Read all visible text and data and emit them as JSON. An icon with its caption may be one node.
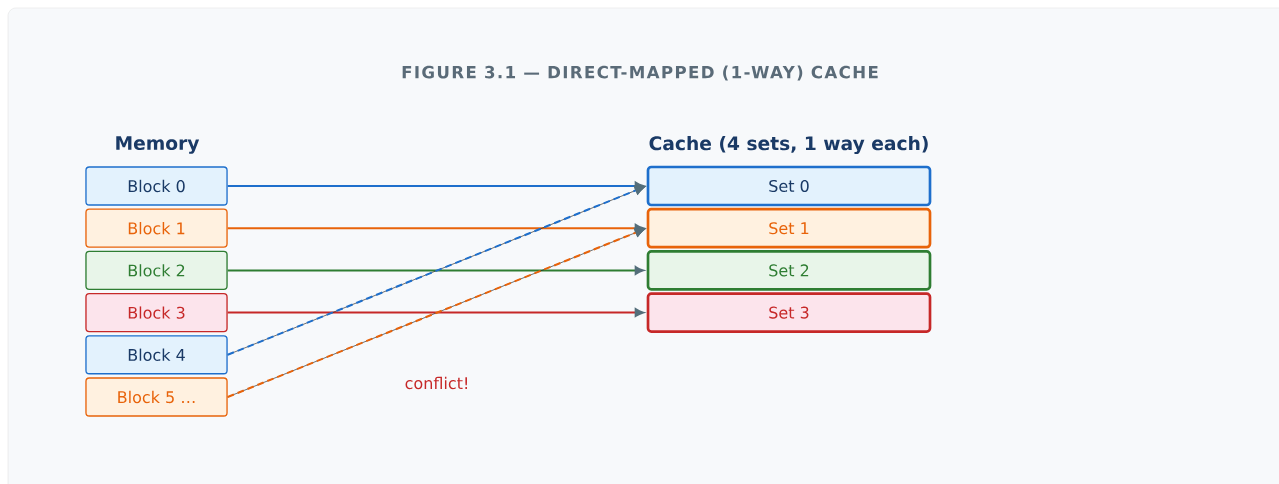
{
  "diagram": {
    "title": "FIGURE 3.1 — DIRECT-MAPPED (1-WAY) CACHE",
    "nodes": [
      {
        "text": [
          "Block 0"
        ]
      },
      {
        "text": [
          "Block 1"
        ]
      },
      {
        "text": [
          "Block 2"
        ]
      },
      {
        "text": [
          "Block 3"
        ]
      },
      {
        "text": [
          "Block 4"
        ]
      },
      {
        "text": [
          "Block 5 …"
        ]
      },
      {
        "text": [
          "Set 0"
        ]
      },
      {
        "text": [
          "Set 1"
        ]
      },
      {
        "text": [
          "Set 2"
        ]
      },
      {
        "text": [
          "Set 3"
        ]
      }
    ],
    "edges": [
      {
        "from": 0,
        "to": 6,
        "arrow": "to",
        "color": "#1e6fcc"
      },
      {
        "from": 1,
        "to": 7,
        "arrow": "to",
        "color": "#e8630a"
      },
      {
        "from": 2,
        "to": 8,
        "arrow": "to",
        "color": "#2e7d32"
      },
      {
        "from": 3,
        "to": 9,
        "arrow": "to",
        "color": "#c62828"
      },
      {
        "from": 4,
        "to": 6,
        "arrow": "to",
        "style": "dashed",
        "color": "#1e6fcc"
      },
      {
        "from": 5,
        "to": 7,
        "arrow": "to",
        "style": "dashed",
        "color": "#e8630a"
      }
    ],
    "labels": [
      "Memory",
      "Cache (4 sets, 1 way each)",
      "conflict!"
    ]
  }
}
